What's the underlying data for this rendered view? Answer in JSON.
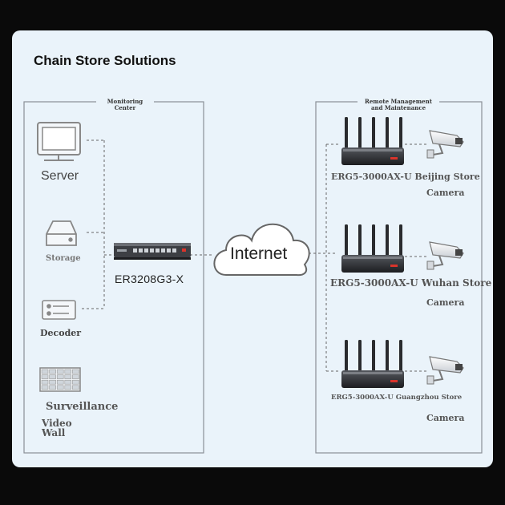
{
  "title": "Chain Store Solutions",
  "left_panel": {
    "heading": "Monitoring\nCenter",
    "devices": [
      {
        "label": "Server",
        "icon": "server-icon"
      },
      {
        "label": "Storage",
        "icon": "storage-icon"
      },
      {
        "label": "Decoder",
        "icon": "decoder-icon"
      },
      {
        "label": "Surveillance",
        "icon": "video-wall-icon"
      },
      {
        "label": "Video\nWall",
        "icon": "video-wall-icon"
      }
    ],
    "router_label": "ER3208G3-X"
  },
  "internet_label": "Internet",
  "right_panel": {
    "heading": "Remote Management\nand Maintenance",
    "stores": [
      {
        "router_label": "ERG5-3000AX-U Beijing Store",
        "camera_label": "Camera"
      },
      {
        "router_label": "ERG5-3000AX-U Wuhan Store",
        "camera_label": "Camera"
      },
      {
        "router_label": "ERG5-3000AX-U Guangzhou Store",
        "camera_label": "Camera"
      }
    ]
  },
  "colors": {
    "background": "#0a0a0a",
    "card": "#eaf3fa",
    "accent_red": "#d9342b"
  }
}
